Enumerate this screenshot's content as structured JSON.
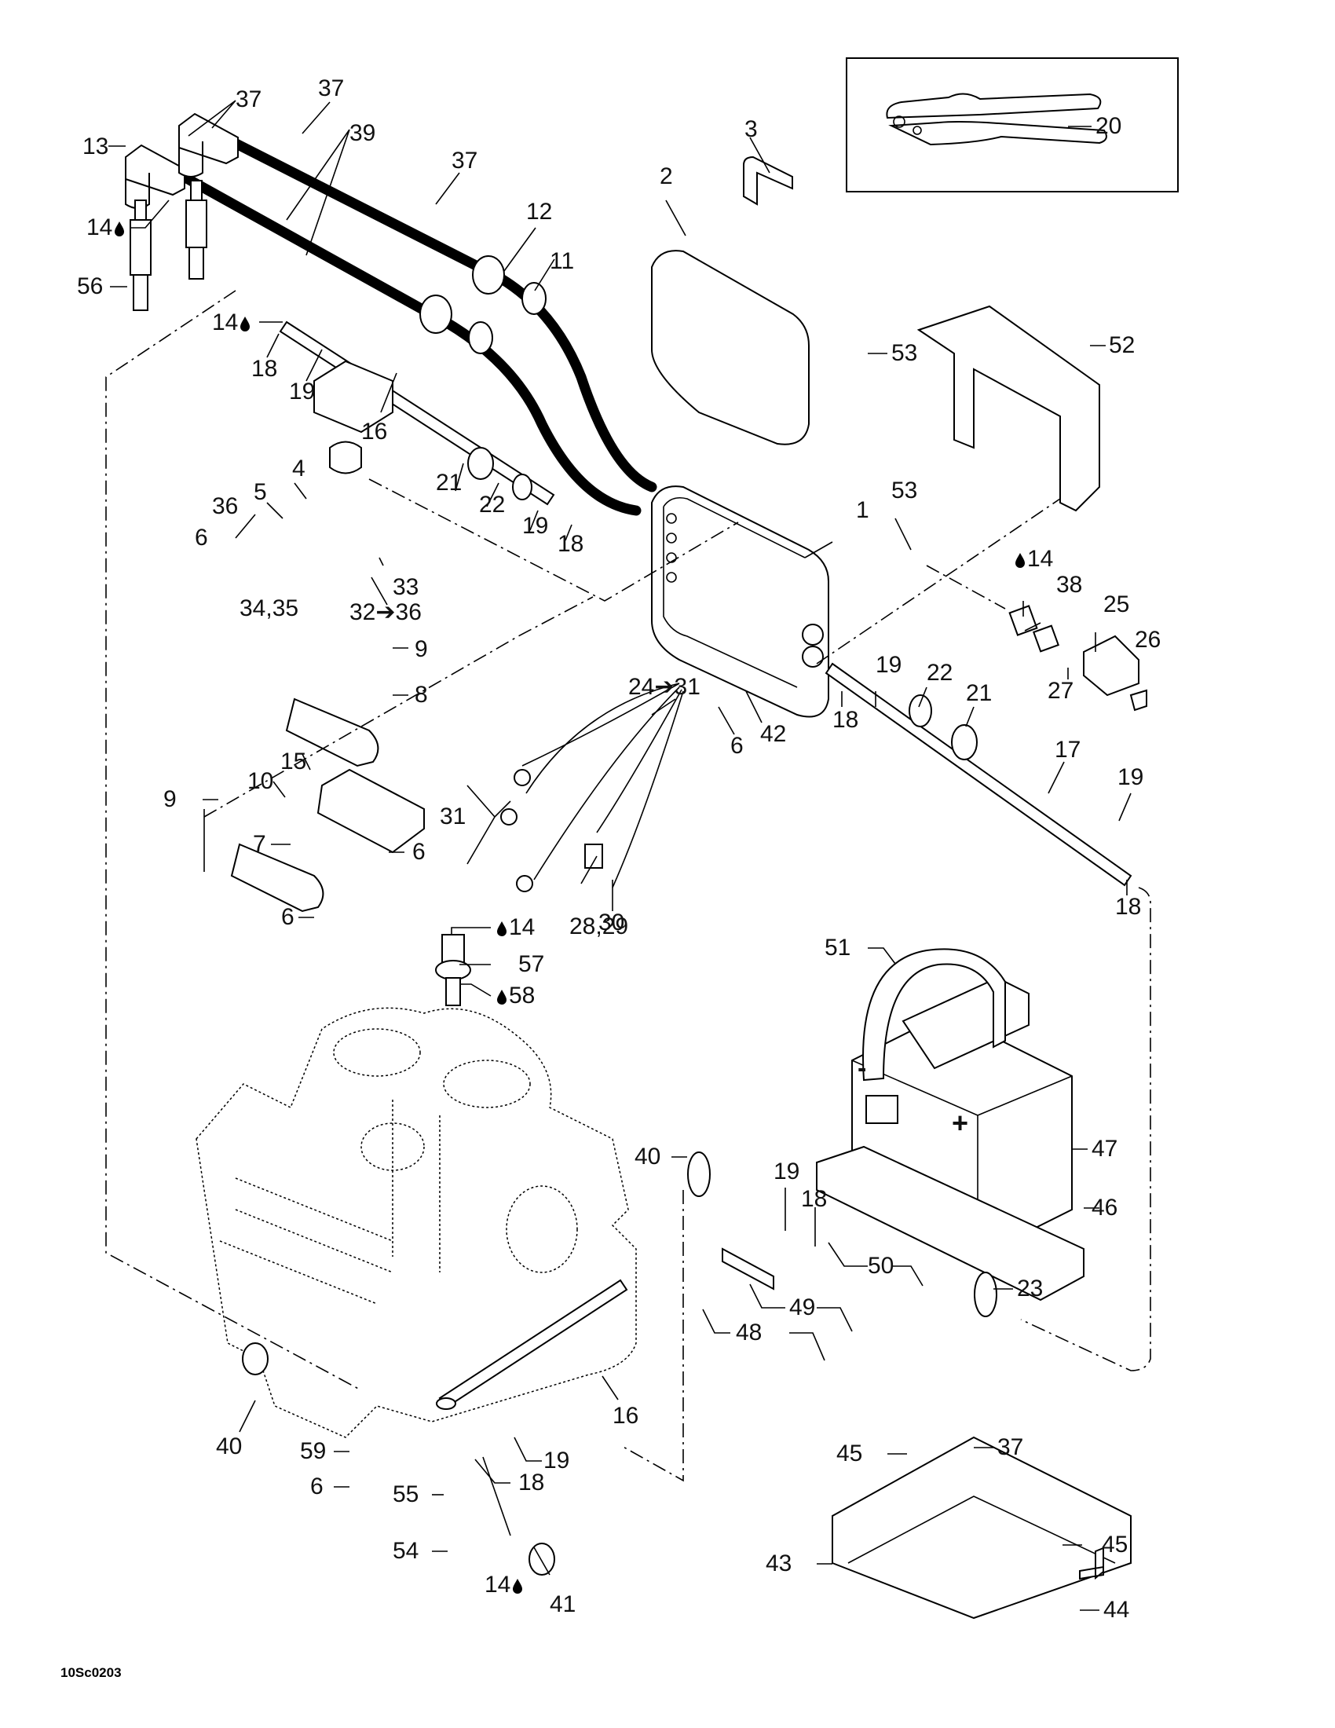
{
  "diagram": {
    "title": "Electrical system exploded parts diagram",
    "figure_code": "10Sc0203",
    "tool_box_label": "20",
    "callouts": [
      {
        "id": "c13",
        "text": "13"
      },
      {
        "id": "c37a",
        "text": "37"
      },
      {
        "id": "c37b",
        "text": "37"
      },
      {
        "id": "c39",
        "text": "39"
      },
      {
        "id": "c37c",
        "text": "37"
      },
      {
        "id": "c14a",
        "text": "14",
        "lubricant": true
      },
      {
        "id": "c56",
        "text": "56"
      },
      {
        "id": "c3",
        "text": "3"
      },
      {
        "id": "c2",
        "text": "2"
      },
      {
        "id": "c12",
        "text": "12"
      },
      {
        "id": "c11",
        "text": "11"
      },
      {
        "id": "c20",
        "text": "20"
      },
      {
        "id": "c52",
        "text": "52"
      },
      {
        "id": "c53a",
        "text": "53"
      },
      {
        "id": "c14b",
        "text": "14",
        "lubricant": true
      },
      {
        "id": "c18a",
        "text": "18"
      },
      {
        "id": "c19a",
        "text": "19"
      },
      {
        "id": "c16a",
        "text": "16"
      },
      {
        "id": "c21a",
        "text": "21"
      },
      {
        "id": "c22a",
        "text": "22"
      },
      {
        "id": "c19b",
        "text": "19"
      },
      {
        "id": "c18b",
        "text": "18"
      },
      {
        "id": "c4",
        "text": "4"
      },
      {
        "id": "c5",
        "text": "5"
      },
      {
        "id": "c36",
        "text": "36"
      },
      {
        "id": "c6a",
        "text": "6"
      },
      {
        "id": "c33",
        "text": "33"
      },
      {
        "id": "c3435",
        "text": "34,35"
      },
      {
        "id": "c3236",
        "text": "32➔36"
      },
      {
        "id": "c1",
        "text": "1"
      },
      {
        "id": "c53b",
        "text": "53"
      },
      {
        "id": "c14c",
        "text": "14",
        "lubricant": true
      },
      {
        "id": "c38",
        "text": "38"
      },
      {
        "id": "c25",
        "text": "25"
      },
      {
        "id": "c26",
        "text": "26"
      },
      {
        "id": "c27",
        "text": "27"
      },
      {
        "id": "c9a",
        "text": "9"
      },
      {
        "id": "c8",
        "text": "8"
      },
      {
        "id": "c2431",
        "text": "24➔31"
      },
      {
        "id": "c19c",
        "text": "19"
      },
      {
        "id": "c22b",
        "text": "22"
      },
      {
        "id": "c21b",
        "text": "21"
      },
      {
        "id": "c18c",
        "text": "18"
      },
      {
        "id": "c6b",
        "text": "6"
      },
      {
        "id": "c42",
        "text": "42"
      },
      {
        "id": "c17",
        "text": "17"
      },
      {
        "id": "c19d",
        "text": "19"
      },
      {
        "id": "c18d",
        "text": "18"
      },
      {
        "id": "c15",
        "text": "15"
      },
      {
        "id": "c10",
        "text": "10"
      },
      {
        "id": "c9b",
        "text": "9"
      },
      {
        "id": "c31",
        "text": "31"
      },
      {
        "id": "c2829",
        "text": "28,29"
      },
      {
        "id": "c30",
        "text": "30"
      },
      {
        "id": "c6c",
        "text": "6"
      },
      {
        "id": "c7",
        "text": "7"
      },
      {
        "id": "c6d",
        "text": "6"
      },
      {
        "id": "c14d",
        "text": "14",
        "lubricant": true
      },
      {
        "id": "c57",
        "text": "57"
      },
      {
        "id": "c58",
        "text": "58",
        "lubricant": true
      },
      {
        "id": "c51",
        "text": "51"
      },
      {
        "id": "c47",
        "text": "47"
      },
      {
        "id": "c46",
        "text": "46"
      },
      {
        "id": "c40a",
        "text": "40"
      },
      {
        "id": "c19e",
        "text": "19"
      },
      {
        "id": "c18e",
        "text": "18"
      },
      {
        "id": "c50",
        "text": "50"
      },
      {
        "id": "c23",
        "text": "23"
      },
      {
        "id": "c49",
        "text": "49"
      },
      {
        "id": "c48",
        "text": "48"
      },
      {
        "id": "c16b",
        "text": "16"
      },
      {
        "id": "c40b",
        "text": "40"
      },
      {
        "id": "c59",
        "text": "59"
      },
      {
        "id": "c19f",
        "text": "19"
      },
      {
        "id": "c6e",
        "text": "6"
      },
      {
        "id": "c55",
        "text": "55"
      },
      {
        "id": "c18f",
        "text": "18"
      },
      {
        "id": "c54",
        "text": "54"
      },
      {
        "id": "c14e",
        "text": "14",
        "lubricant": true
      },
      {
        "id": "c41",
        "text": "41"
      },
      {
        "id": "c45a",
        "text": "45"
      },
      {
        "id": "c37d",
        "text": "37"
      },
      {
        "id": "c45b",
        "text": "45"
      },
      {
        "id": "c43",
        "text": "43"
      },
      {
        "id": "c44",
        "text": "44"
      }
    ],
    "battery_terminals": {
      "negative": "-",
      "positive": "+"
    },
    "icons": {
      "lubricant": "drop-icon"
    }
  }
}
